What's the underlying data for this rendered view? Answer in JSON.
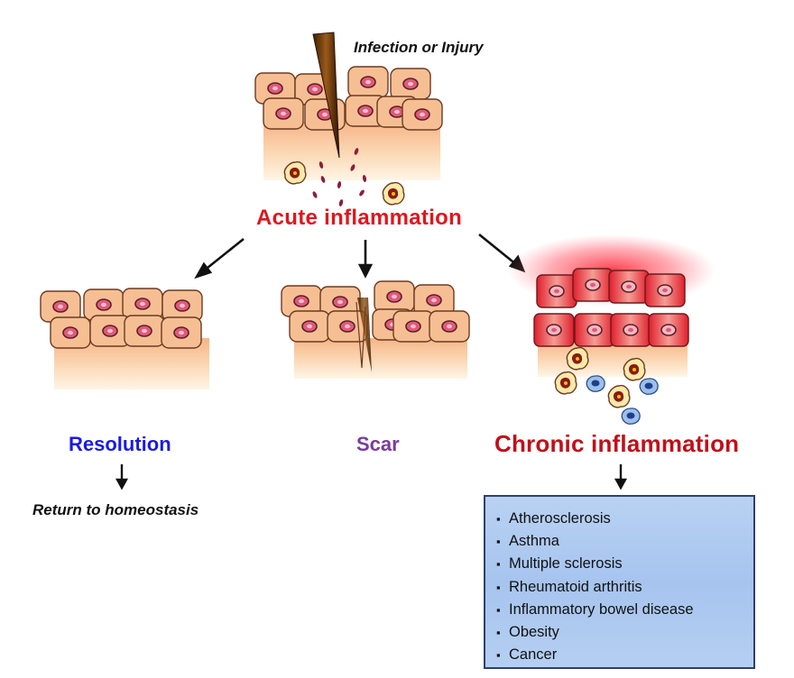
{
  "labels": {
    "infection": "Infection or Injury",
    "acute": "Acute inflammation",
    "resolution": "Resolution",
    "scar": "Scar",
    "chronic": "Chronic inflammation",
    "homeostasis": "Return to homeostasis"
  },
  "diseases": [
    "Atherosclerosis",
    "Asthma",
    "Multiple sclerosis",
    "Rheumatoid arthritis",
    "Inflammatory bowel disease",
    "Obesity",
    "Cancer"
  ],
  "bullet_symbol": "▪",
  "colors": {
    "acute_text": "#e0161d",
    "resolution_text": "#1b1be0",
    "scar_text": "#7a3c9c",
    "chronic_text": "#c0101a",
    "cell_fill": "#f6bf93",
    "cell_stroke": "#6b3a22",
    "nucleus": "#e05a7a",
    "inflamed_cell": "#e8343c",
    "box_fill": "#b3cdf1",
    "box_border": "#2f3f6f",
    "immune_cell_blue": "#3e6fb4"
  },
  "icons": [
    "needle-icon",
    "arrow-down-icon",
    "arrow-left-down-icon",
    "arrow-right-down-icon",
    "macrophage-icon",
    "lymphocyte-icon"
  ]
}
